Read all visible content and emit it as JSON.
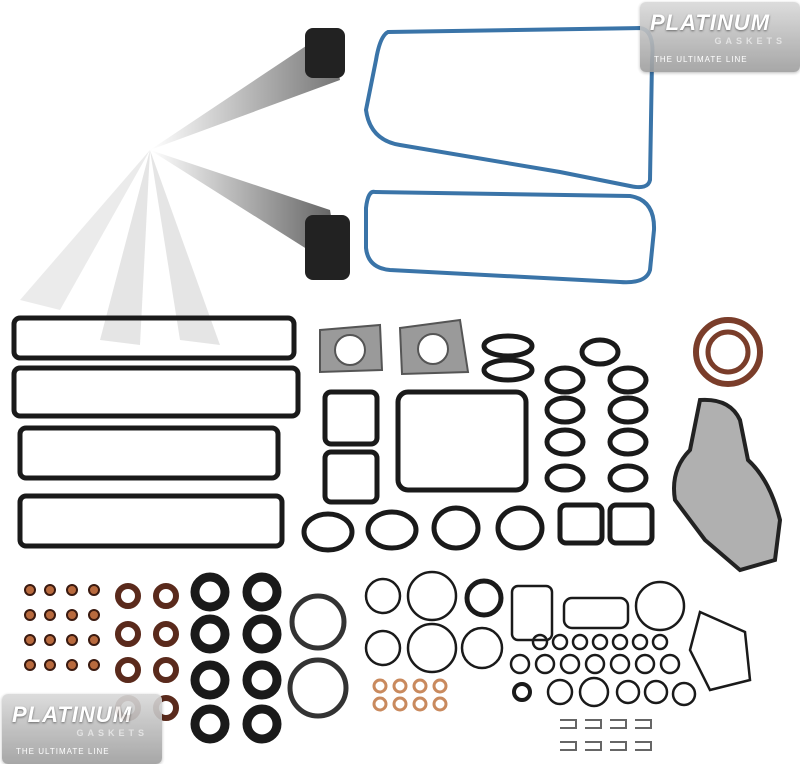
{
  "watermarks": [
    {
      "brand": "PLATINUM",
      "sub": "GASKETS",
      "tagline": "THE ULTIMATE LINE"
    },
    {
      "brand": "PLATINUM",
      "sub": "GASKETS",
      "tagline": "THE ULTIMATE LINE"
    }
  ],
  "colors": {
    "gasket_black": "#1a1a1a",
    "gasket_blue": "#3a74a8",
    "gasket_steel": "#8a8a8a",
    "seal_rust": "#7a3d2a",
    "washer_copper": "#c98a5e"
  }
}
